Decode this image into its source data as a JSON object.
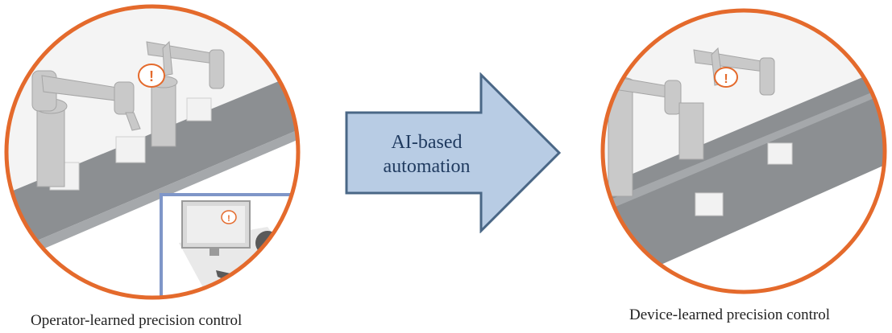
{
  "diagram": {
    "left_caption": "Operator-learned precision control",
    "right_caption": "Device-learned precision control",
    "arrow_label_line1": "AI-based",
    "arrow_label_line2": "automation"
  },
  "colors": {
    "circle_border": "#e46a2c",
    "arrow_fill": "#b8cce4",
    "arrow_stroke": "#4a6786",
    "operator_panel_border": "#7f96c8",
    "conveyor": "#8c8f92",
    "robot": "#c9c9c9",
    "boxes": "#f2f2f2",
    "person": "#5a5a5a",
    "alert": "#e46a2c"
  },
  "icons": [
    "robot-arm-icon",
    "alert-bubble-icon",
    "operator-silhouette-icon",
    "monitor-icon",
    "arrow-right-icon"
  ]
}
